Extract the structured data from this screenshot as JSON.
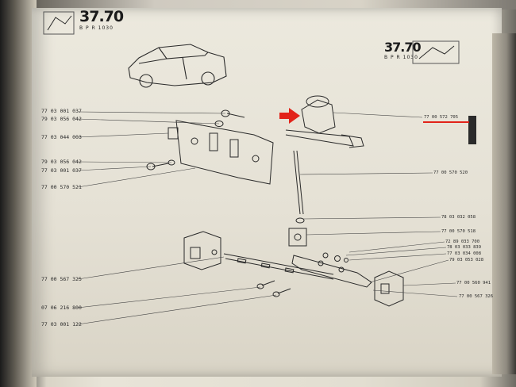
{
  "header_left": {
    "code": "37.70",
    "sub": "B   P R 1030"
  },
  "header_right": {
    "code": "37.70",
    "sub": "B   P R 1030"
  },
  "parts_left": [
    "77 03 001 037",
    "79 03 056 042",
    "77 03 044 003",
    "79 03 056 042",
    "77 03 001 037",
    "77 00 570 521",
    "77 00 567 325",
    "07 06 216 800",
    "77 03 001 122"
  ],
  "parts_right": [
    "77 00 572 705",
    "77 00 570 520",
    "78 03 032 058",
    "77 00 570 518",
    "72 89 033 700",
    "78 03 033 839",
    "77 03 034 008",
    "79 03 053 028",
    "77 00 560 941",
    "77 00 567 326"
  ],
  "colors": {
    "highlight": "#e2231a",
    "ink": "#2a2a2a",
    "paper": "#e8e4d8"
  }
}
